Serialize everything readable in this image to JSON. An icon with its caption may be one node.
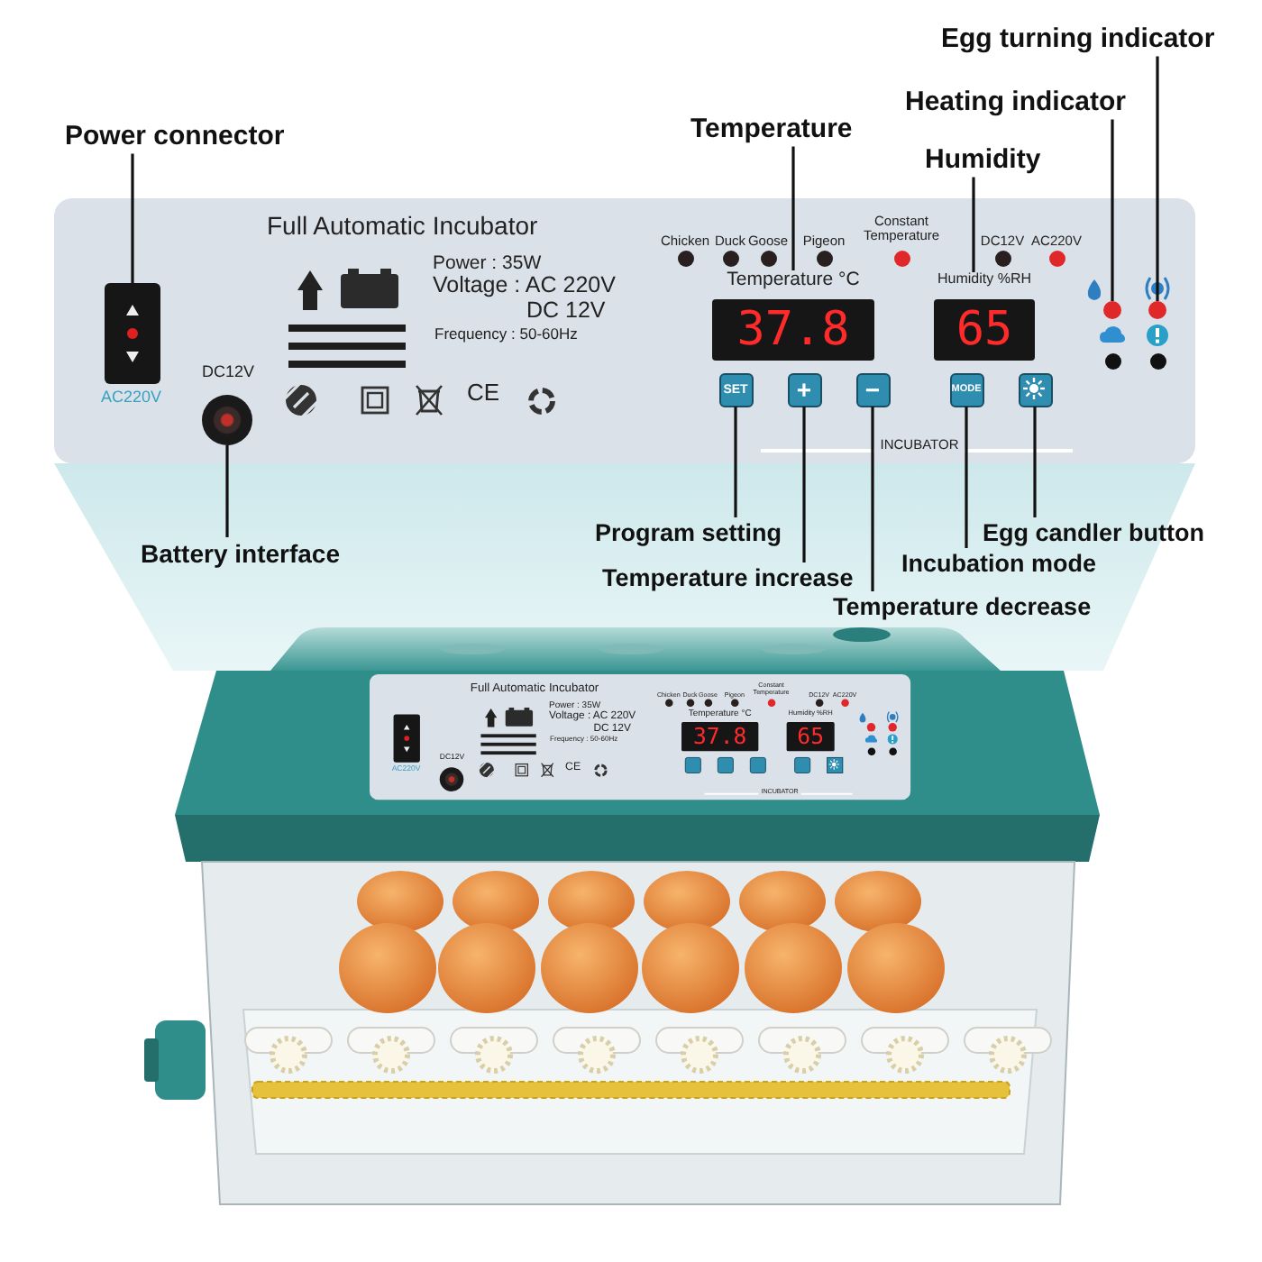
{
  "diagram": {
    "nodes": [
      {
        "text": [
          "Egg turning indicator"
        ]
      },
      {
        "text": [
          "Heating indicator"
        ]
      },
      {
        "text": [
          "Power connector"
        ]
      },
      {
        "text": [
          "Temperature"
        ]
      },
      {
        "text": [
          "Humidity"
        ]
      },
      {
        "text": [],
        "shape": "box"
      },
      {
        "text": [
          "Temperature °C",
          "37.8"
        ]
      },
      {
        "text": [
          "Humidity %RH",
          "65"
        ]
      },
      {
        "text": [],
        "shape": "circle"
      },
      {
        "text": [],
        "shape": "circle"
      },
      {
        "text": [
          "SET"
        ]
      },
      {
        "text": [
          "+"
        ]
      },
      {
        "text": [
          "−"
        ]
      },
      {
        "text": [
          "MODE"
        ]
      },
      {
        "text": [],
        "shape": "box"
      },
      {
        "text": [],
        "shape": "circle"
      },
      {
        "text": [
          "Battery interface"
        ]
      },
      {
        "text": [
          "Program setting"
        ]
      },
      {
        "text": [
          "Egg candler button"
        ]
      },
      {
        "text": [
          "Temperature increase"
        ]
      },
      {
        "text": [
          "Incubation mode"
        ]
      },
      {
        "text": [
          "Temperature decrease"
        ]
      }
    ],
    "edges": [
      {
        "from": 2,
        "to": 5,
        "arrow": "none"
      },
      {
        "from": 3,
        "to": 6,
        "arrow": "none"
      },
      {
        "from": 4,
        "to": 7,
        "arrow": "none"
      },
      {
        "from": 1,
        "to": 8,
        "arrow": "none"
      },
      {
        "from": 0,
        "to": 9,
        "arrow": "none"
      },
      {
        "from": 16,
        "to": 15,
        "arrow": "none"
      },
      {
        "from": 17,
        "to": 10,
        "arrow": "none"
      },
      {
        "from": 19,
        "to": 11,
        "arrow": "none"
      },
      {
        "from": 21,
        "to": 12,
        "arrow": "none"
      },
      {
        "from": 20,
        "to": 13,
        "arrow": "none"
      },
      {
        "from": 18,
        "to": 14,
        "arrow": "none"
      }
    ],
    "labels": [
      "Full Automatic Incubator",
      "Power : 35W",
      "Voltage : AC 220V",
      "DC 12V",
      "Frequency : 50-60Hz",
      "CE",
      "AC220V",
      "DC12V",
      "Chicken",
      "Duck",
      "Goose",
      "Pigeon",
      "Constant Temperature",
      "DC12V",
      "AC220V",
      "INCUBATOR",
      "Full Automatic Incubator",
      "Power : 35W",
      "Voltage : AC 220V",
      "DC 12V",
      "Frequency : 50-60Hz",
      "CE",
      "AC220V",
      "DC12V",
      "Chicken",
      "Duck",
      "Goose",
      "Pigeon",
      "Constant Temperature",
      "DC12V",
      "AC220V",
      "INCUBATOR",
      "Temperature °C",
      "Humidity %RH",
      "37.8",
      "65"
    ]
  }
}
